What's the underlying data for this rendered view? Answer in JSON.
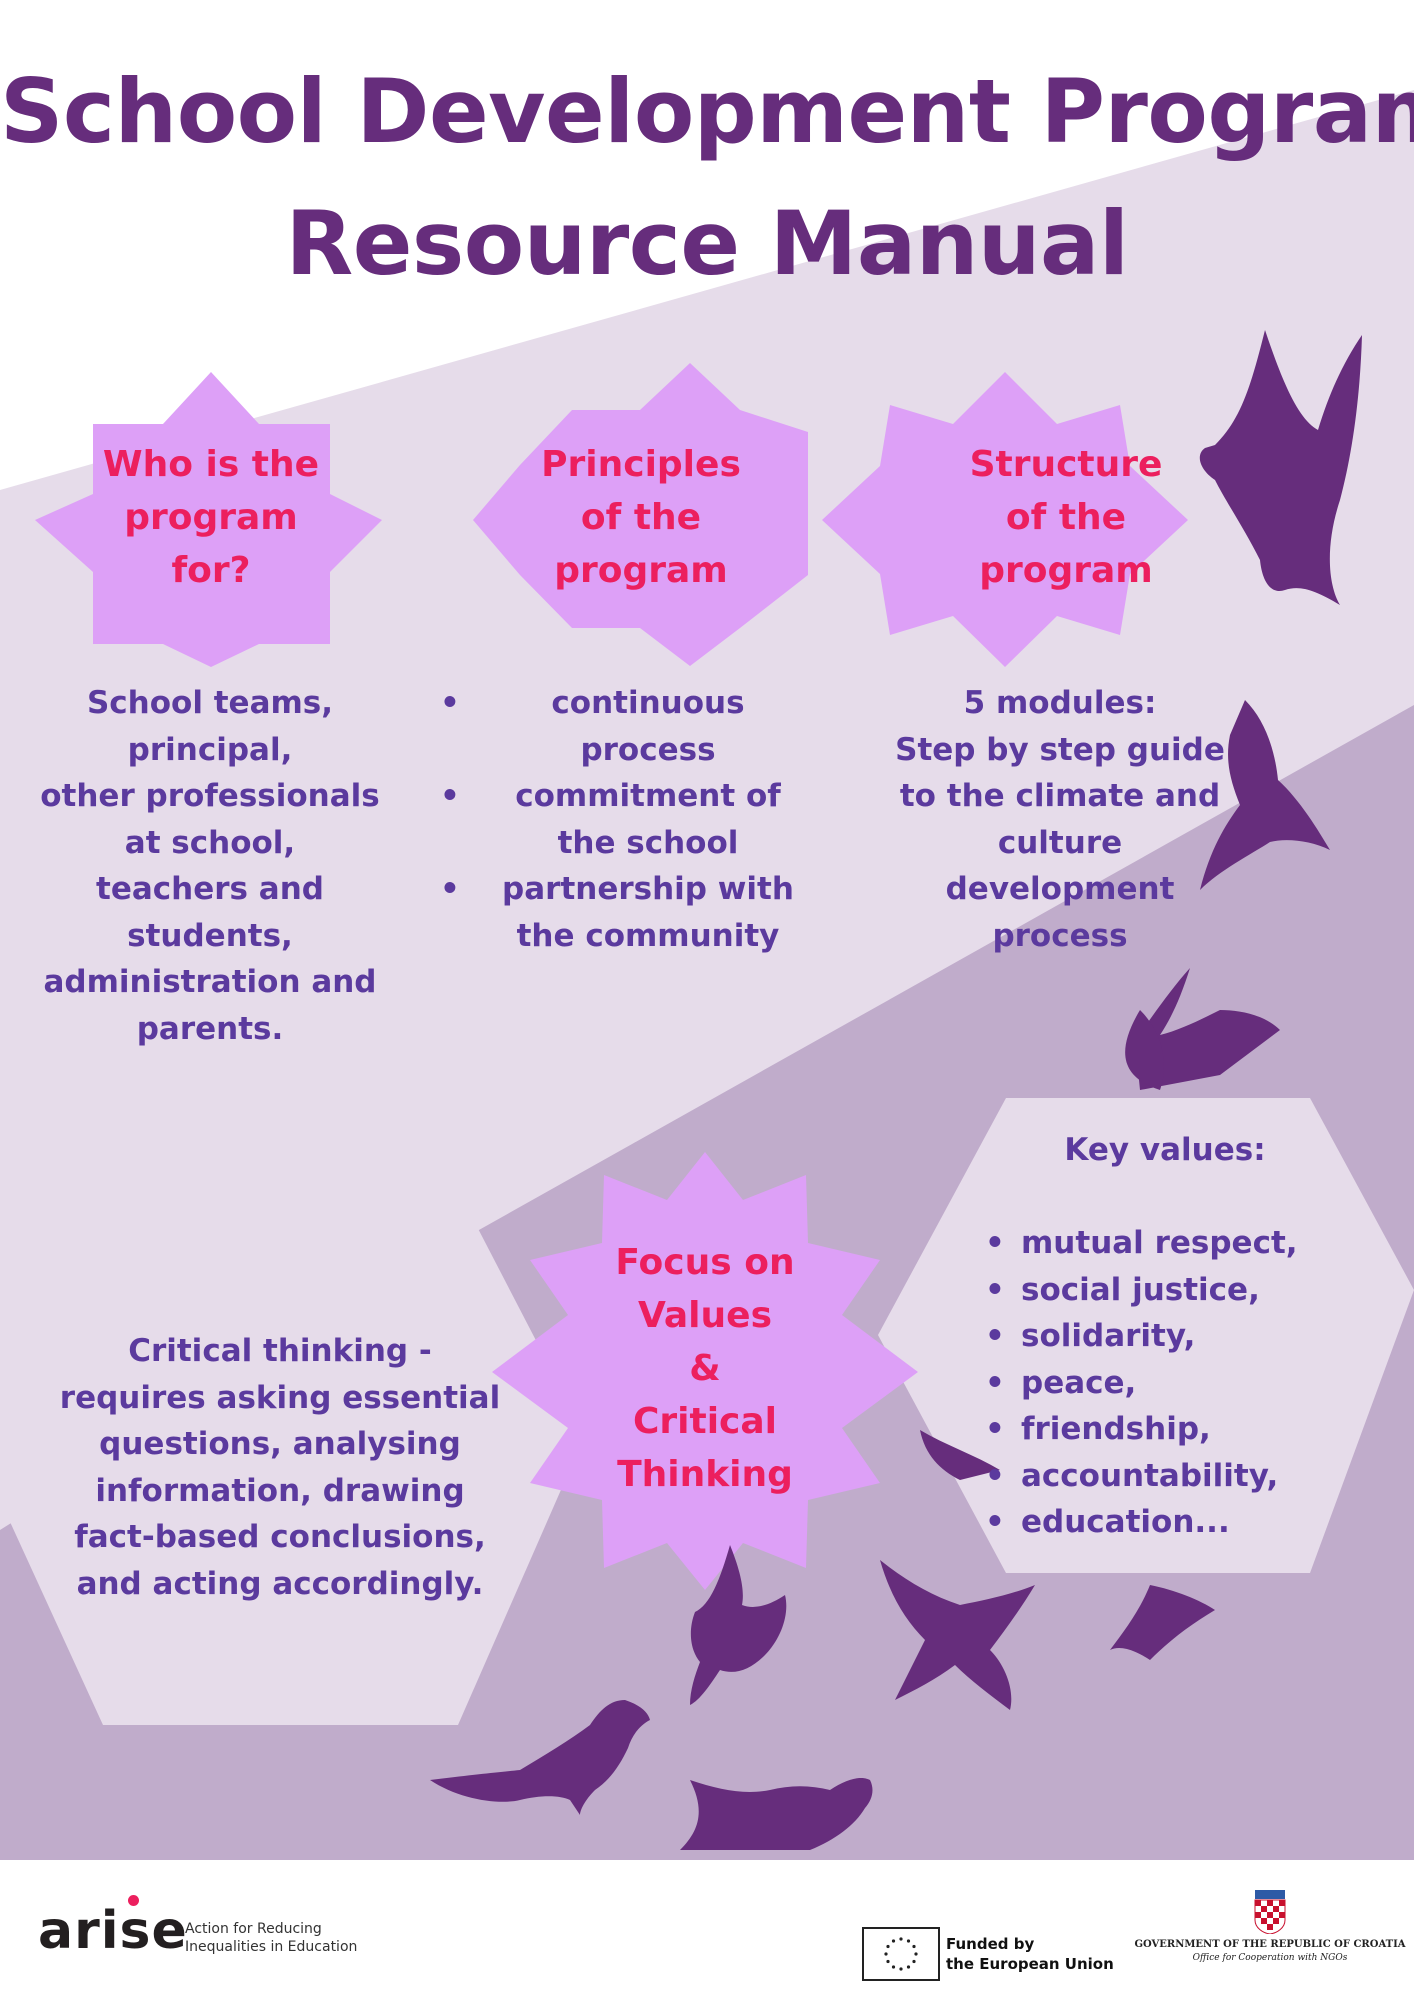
{
  "title": {
    "line1": "School Development Program",
    "line2": "Resource Manual"
  },
  "colors": {
    "title": "#662d7c",
    "heading_accent": "#ec1f5e",
    "body_text": "#5b3a9e",
    "star_fill": "#dda0f7",
    "band_light": "#e6dcea",
    "band_mid": "#c0accb",
    "hexagon_fill": "#e6dcea",
    "bird_silhouette": "#662d7c"
  },
  "section_who": {
    "heading": [
      "Who is the",
      "program",
      "for?"
    ],
    "body": [
      "School teams,",
      "principal,",
      "other professionals",
      "at school,",
      "teachers and",
      "students,",
      "administration and",
      "parents."
    ]
  },
  "section_principles": {
    "heading": [
      "Principles",
      "of the",
      "program"
    ],
    "items": [
      [
        "continuous",
        "process"
      ],
      [
        "commitment of",
        "the school"
      ],
      [
        "partnership with",
        "the community"
      ]
    ]
  },
  "section_structure": {
    "heading": [
      "Structure",
      "of the",
      "program"
    ],
    "body": [
      "5 modules:",
      "Step by step guide",
      "to the climate and",
      "culture",
      "development",
      "process"
    ]
  },
  "section_focus": {
    "heading": [
      "Focus on",
      "Values",
      "&",
      "Critical",
      "Thinking"
    ]
  },
  "section_critical": {
    "body": [
      "Critical thinking -",
      "requires asking essential",
      "questions, analysing",
      "information, drawing",
      "fact-based conclusions,",
      "and acting accordingly."
    ]
  },
  "section_values": {
    "heading": "Key values:",
    "items": [
      "mutual respect,",
      "social justice,",
      "solidarity,",
      "peace,",
      "friendship,",
      "accountability,",
      "education..."
    ]
  },
  "footer": {
    "arise_name": "arise",
    "arise_tagline": [
      "Action for Reducing",
      "Inequalities in Education"
    ],
    "eu_text": [
      "Funded by",
      "the European Union"
    ],
    "gov_line1": "GOVERNMENT OF THE REPUBLIC OF CROATIA",
    "gov_line2": "Office for Cooperation with NGOs"
  }
}
